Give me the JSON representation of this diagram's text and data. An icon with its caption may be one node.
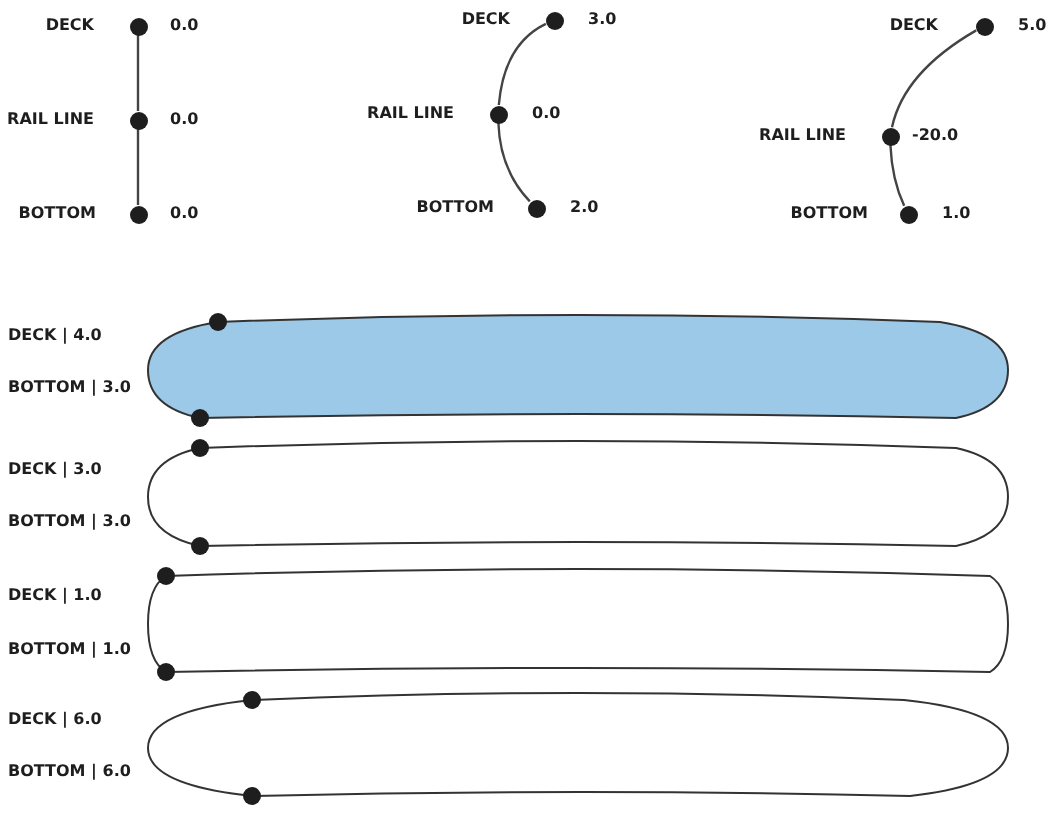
{
  "diagram": {
    "nodes": [
      {
        "text": [],
        "shape": "circle",
        "beside": [
          "DECK",
          "0.0"
        ]
      },
      {
        "text": [],
        "shape": "circle",
        "beside": [
          "RAIL LINE",
          "0.0"
        ]
      },
      {
        "text": [],
        "shape": "circle",
        "beside": [
          "BOTTOM",
          "0.0"
        ]
      },
      {
        "text": [],
        "shape": "circle",
        "beside": [
          "DECK",
          "3.0"
        ]
      },
      {
        "text": [],
        "shape": "circle",
        "beside": [
          "RAIL LINE",
          "0.0"
        ]
      },
      {
        "text": [],
        "shape": "circle",
        "beside": [
          "BOTTOM",
          "2.0"
        ]
      },
      {
        "text": [],
        "shape": "circle",
        "beside": [
          "DECK",
          "5.0"
        ]
      },
      {
        "text": [],
        "shape": "circle",
        "beside": [
          "RAIL LINE",
          "-20.0"
        ]
      },
      {
        "text": [],
        "shape": "circle",
        "beside": [
          "BOTTOM",
          "1.0"
        ]
      }
    ],
    "edges": [
      {
        "from": 0,
        "to": 1,
        "arrow": "none"
      },
      {
        "from": 1,
        "to": 2,
        "arrow": "none"
      },
      {
        "from": 3,
        "to": 4,
        "arrow": "none"
      },
      {
        "from": 4,
        "to": 5,
        "arrow": "none"
      },
      {
        "from": 6,
        "to": 7,
        "arrow": "none"
      },
      {
        "from": 7,
        "to": 8,
        "arrow": "none"
      }
    ],
    "labels": [
      "DECK | 4.0",
      "BOTTOM | 3.0",
      "DECK | 3.0",
      "BOTTOM | 3.0",
      "DECK | 1.0",
      "BOTTOM | 1.0",
      "DECK | 6.0",
      "BOTTOM | 6.0"
    ]
  }
}
